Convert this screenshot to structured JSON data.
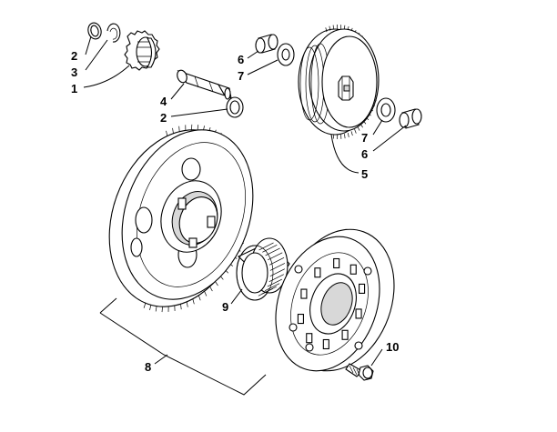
{
  "callouts": [
    {
      "id": "c2a",
      "text": "2"
    },
    {
      "id": "c3",
      "text": "3"
    },
    {
      "id": "c1",
      "text": "1"
    },
    {
      "id": "c4",
      "text": "4"
    },
    {
      "id": "c2b",
      "text": "2"
    },
    {
      "id": "c6a",
      "text": "6"
    },
    {
      "id": "c7a",
      "text": "7"
    },
    {
      "id": "c7b",
      "text": "7"
    },
    {
      "id": "c6b",
      "text": "6"
    },
    {
      "id": "c5",
      "text": "5"
    },
    {
      "id": "c9",
      "text": "9"
    },
    {
      "id": "c8",
      "text": "8"
    },
    {
      "id": "c10",
      "text": "10"
    }
  ]
}
